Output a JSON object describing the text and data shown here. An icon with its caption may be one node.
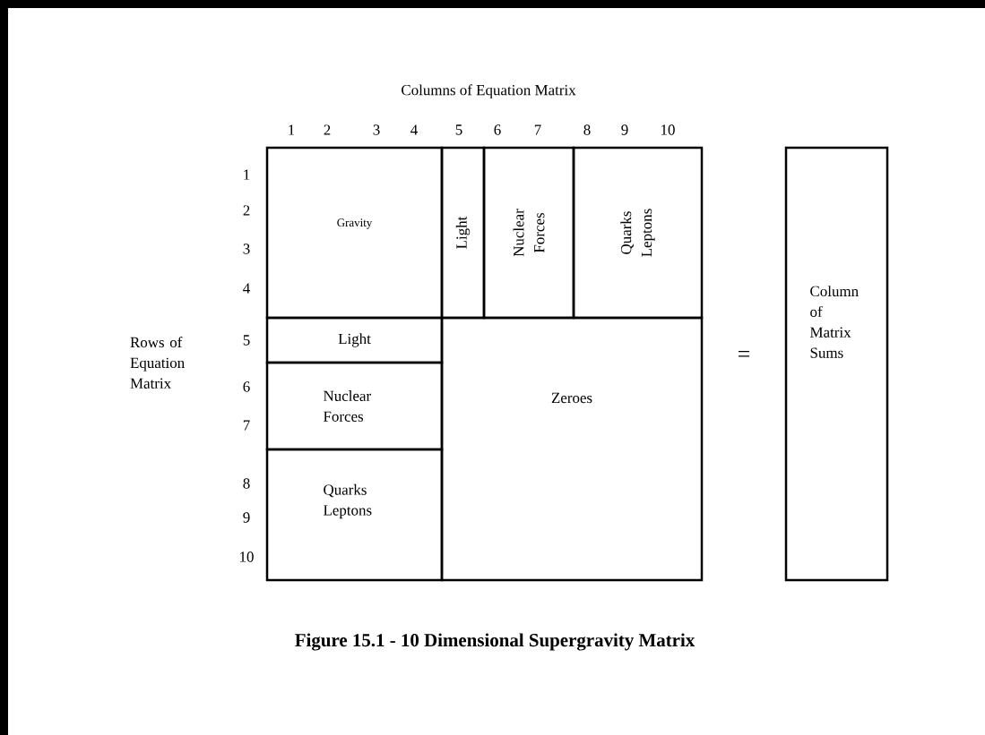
{
  "diagram": {
    "caption": "Figure 15.1 - 10 Dimensional Supergravity Matrix",
    "nodes": [
      {
        "text": [
          "Gravity"
        ]
      },
      {
        "text": [
          "Light"
        ]
      },
      {
        "text": [
          "Nuclear Forces"
        ]
      },
      {
        "text": [
          "Quarks Leptons"
        ]
      },
      {
        "text": [
          "Light"
        ]
      },
      {
        "text": [
          "Nuclear Forces"
        ]
      },
      {
        "text": [
          "Quarks Leptons"
        ]
      },
      {
        "text": [
          "Zeroes"
        ]
      },
      {
        "text": [
          "Column of Matrix Sums"
        ]
      }
    ],
    "edges": [],
    "labels": [
      "Columns of Equation Matrix",
      "1",
      "2",
      "3",
      "4",
      "5",
      "6",
      "7",
      "8",
      "9",
      "10",
      "1",
      "2",
      "3",
      "4",
      "Rows of Equation Matrix",
      "5",
      "6",
      "7",
      "8",
      "9",
      "10",
      "="
    ]
  }
}
